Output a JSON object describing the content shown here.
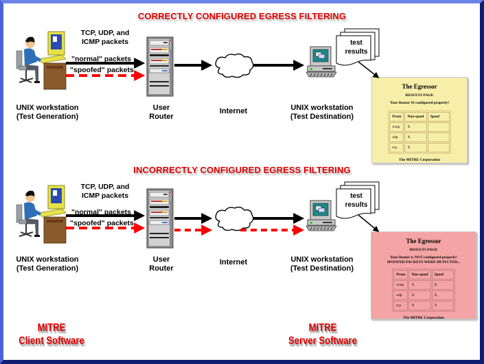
{
  "colors": {
    "title_red": "#e00000",
    "arrow_black": "#000000",
    "arrow_red": "#ff0000",
    "page_ok_bg": "#f7eeaa",
    "page_bad_bg": "#f4a4a4",
    "frame_blue": "#1a2fa0"
  },
  "sections": [
    {
      "title": "CORRECTLY CONFIGURED EGRESS FILTERING",
      "packet_types_label": [
        "TCP, UDP, and",
        "ICMP packets"
      ],
      "normal_label": "\"normal\" packets",
      "spoofed_label": "\"spoofed\" packets",
      "client_label": [
        "UNIX workstation",
        "(Test Generation)"
      ],
      "router_label": [
        "User",
        "Router"
      ],
      "internet_label": "Internet",
      "dest_label": [
        "UNIX workstation",
        "(Test Destination)"
      ],
      "results_doc_label": [
        "test",
        "results"
      ],
      "spoofed_passes_router": false,
      "results_page": {
        "status": "ok",
        "title": "The Egressor",
        "subtitle": "RESULTS PAGE",
        "message": [
          "Your Router IS configured properly!"
        ],
        "columns": [
          "Proto",
          "Non-spoof",
          "Spoof"
        ],
        "rows": [
          [
            "icmp",
            "X",
            ""
          ],
          [
            "udp",
            "X",
            ""
          ],
          [
            "tcp",
            "X",
            ""
          ]
        ],
        "footer": "The MITRE Corporation"
      }
    },
    {
      "title": "INCORRECTLY CONFIGURED EGRESS FILTERING",
      "packet_types_label": [
        "TCP, UDP, and",
        "ICMP packets"
      ],
      "normal_label": "\"normal\" packets",
      "spoofed_label": "\"spoofed\" packets",
      "client_label": [
        "UNIX workstation",
        "(Test Generation)"
      ],
      "router_label": [
        "User",
        "Router"
      ],
      "internet_label": "Internet",
      "dest_label": [
        "UNIX workstation",
        "(Test Destination)"
      ],
      "results_doc_label": [
        "test",
        "results"
      ],
      "spoofed_passes_router": true,
      "results_page": {
        "status": "bad",
        "title": "The Egressor",
        "subtitle": "RESULTS PAGE",
        "message": [
          "Your Router is NOT configured properly!",
          "SPOOFED PACKETS WERE DETECTED..."
        ],
        "columns": [
          "Proto",
          "Non-spoof",
          "Spoof"
        ],
        "rows": [
          [
            "icmp",
            "X",
            "X"
          ],
          [
            "udp",
            "X",
            "X"
          ],
          [
            "tcp",
            "X",
            "X"
          ]
        ],
        "footer": "The MITRE Corporation"
      }
    }
  ],
  "footer": {
    "client": [
      "MITRE",
      "Client Software"
    ],
    "server": [
      "MITRE",
      "Server Software"
    ]
  }
}
